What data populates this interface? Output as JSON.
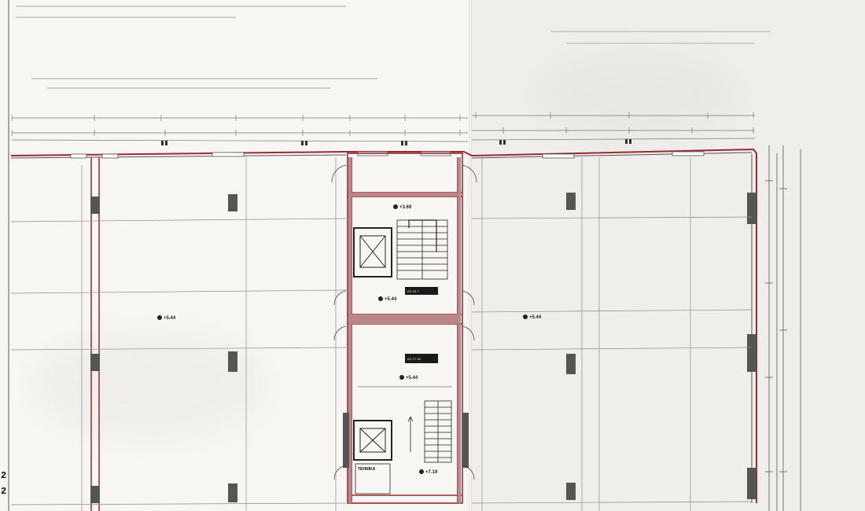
{
  "drawing": {
    "levels": {
      "corridor_top": "+3.69",
      "lobby": "+5.44",
      "office_left": "+5.44",
      "office_right": "+5.44",
      "core_lower": "+5.44",
      "stair_lower": "+7.19"
    },
    "room_labels": {
      "technical_room": "TEHNIKA",
      "plate_upper": "BG 26.7",
      "plate_lower": "BG 27.36"
    },
    "margin_marks": [
      "2",
      "2"
    ]
  }
}
